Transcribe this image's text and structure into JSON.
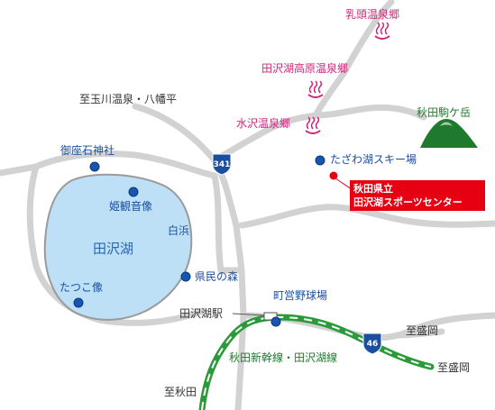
{
  "colors": {
    "road": "#d2d2d2",
    "lake": "#bde0f6",
    "lake_outline": "#9a9a9a",
    "poi_marker": "#1656b0",
    "onsen_label": "#d1247a",
    "railway": "#2a9a3b",
    "facility_marker": "#e60012",
    "mountain": "#1f7a2e",
    "route_shield": "#1a4fa0"
  },
  "lake": {
    "name": "田沢湖"
  },
  "onsen": [
    {
      "name": "乳頭温泉郷",
      "icon": "hot-spring-icon"
    },
    {
      "name": "田沢湖高原温泉郷",
      "icon": "hot-spring-icon"
    },
    {
      "name": "水沢温泉郷",
      "icon": "hot-spring-icon"
    }
  ],
  "mountain": {
    "name": "秋田駒ケ岳",
    "icon": "mountain-icon"
  },
  "poi": [
    {
      "name": "御座石神社"
    },
    {
      "name": "姫観音像"
    },
    {
      "name": "たつこ像"
    },
    {
      "name": "県民の森"
    },
    {
      "name": "町営野球場"
    },
    {
      "name": "たざわ湖スキー場"
    }
  ],
  "area_labels": {
    "shirahama": "白浜"
  },
  "facility": {
    "line1": "秋田県立",
    "line2": "田沢湖スポーツセンター"
  },
  "station": {
    "name": "田沢湖駅"
  },
  "railway": {
    "name": "秋田新幹線・田沢湖線"
  },
  "routes": [
    {
      "number": "341"
    },
    {
      "number": "46"
    }
  ],
  "directions": {
    "tamagawa": "至玉川温泉・八幡平",
    "morioka_road": "至盛岡",
    "morioka_rail": "至盛岡",
    "akita": "至秋田"
  }
}
